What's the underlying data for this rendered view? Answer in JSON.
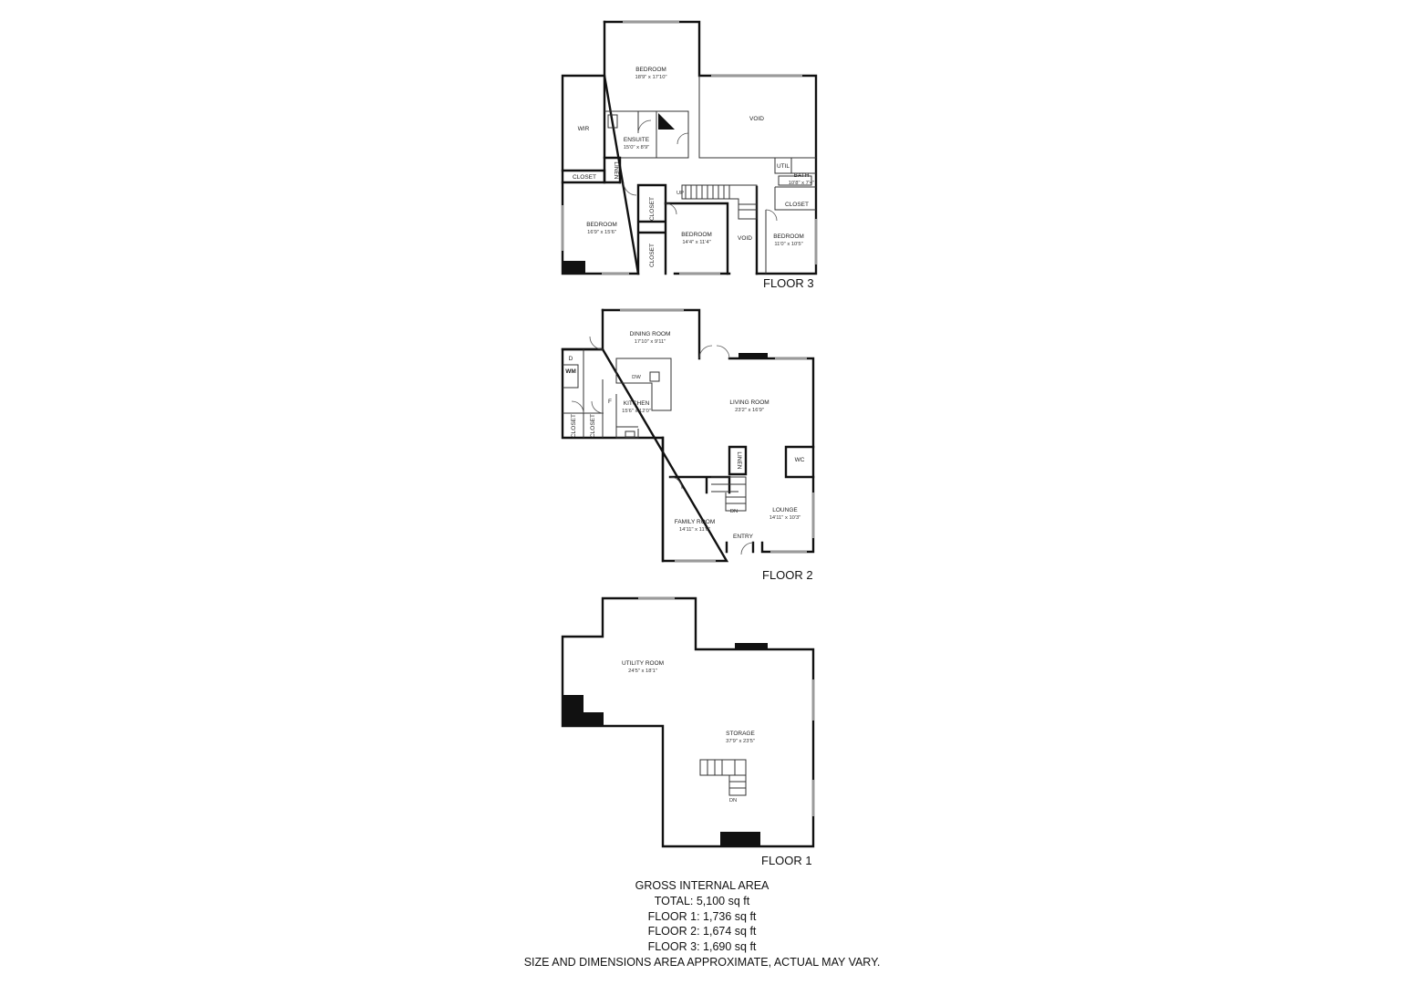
{
  "floors": {
    "floor3": {
      "label": "FLOOR 3",
      "rooms": {
        "bedroom_master": {
          "name": "BEDROOM",
          "dims": "18'9\" x 17'10\""
        },
        "wir": {
          "name": "WIR"
        },
        "ensuite": {
          "name": "ENSUITE",
          "dims": "15'0\" x 8'9\""
        },
        "void_top": {
          "name": "VOID"
        },
        "closet_left": {
          "name": "CLOSET"
        },
        "linen": {
          "name": "LINEN"
        },
        "util": {
          "name": "UTIL"
        },
        "bath": {
          "name": "BATH",
          "dims": "10'8\" x 7'4\""
        },
        "closet_right": {
          "name": "CLOSET"
        },
        "bedroom_left": {
          "name": "BEDROOM",
          "dims": "16'9\" x 15'6\""
        },
        "closet_mid_upper": {
          "name": "CLOSET"
        },
        "closet_mid_lower": {
          "name": "CLOSET"
        },
        "bedroom_mid": {
          "name": "BEDROOM",
          "dims": "14'4\" x 11'4\""
        },
        "void_mid": {
          "name": "VOID"
        },
        "bedroom_right": {
          "name": "BEDROOM",
          "dims": "11'0\" x 10'5\""
        },
        "stair_up": {
          "name": "UP"
        }
      }
    },
    "floor2": {
      "label": "FLOOR 2",
      "rooms": {
        "dining": {
          "name": "DINING ROOM",
          "dims": "17'10\" x 9'11\""
        },
        "dryer": {
          "name": "D"
        },
        "washer": {
          "name": "WM"
        },
        "fridge": {
          "name": "F"
        },
        "dishwasher": {
          "name": "DW"
        },
        "kitchen": {
          "name": "KITCHEN",
          "dims": "15'6\" x 12'0\""
        },
        "closet_a": {
          "name": "CLOSET"
        },
        "closet_b": {
          "name": "CLOSET"
        },
        "living": {
          "name": "LIVING ROOM",
          "dims": "23'2\" x 16'9\""
        },
        "linen": {
          "name": "LINEN"
        },
        "wc": {
          "name": "WC"
        },
        "stair_dn": {
          "name": "DN"
        },
        "lounge": {
          "name": "LOUNGE",
          "dims": "14'11\" x 10'3\""
        },
        "family": {
          "name": "FAMILY ROOM",
          "dims": "14'11\" x 11'0\""
        },
        "entry": {
          "name": "ENTRY"
        }
      }
    },
    "floor1": {
      "label": "FLOOR 1",
      "rooms": {
        "utility": {
          "name": "UTILITY ROOM",
          "dims": "24'5\" x 18'1\""
        },
        "storage": {
          "name": "STORAGE",
          "dims": "37'9\" x 23'5\""
        },
        "stair_dn": {
          "name": "DN"
        }
      }
    }
  },
  "area": {
    "heading": "GROSS INTERNAL AREA",
    "total": "TOTAL: 5,100 sq ft",
    "floor1": "FLOOR 1: 1,736 sq ft",
    "floor2": "FLOOR 2: 1,674 sq ft",
    "floor3": "FLOOR 3: 1,690 sq ft",
    "disclaimer": "SIZE AND DIMENSIONS AREA APPROXIMATE, ACTUAL MAY VARY."
  }
}
